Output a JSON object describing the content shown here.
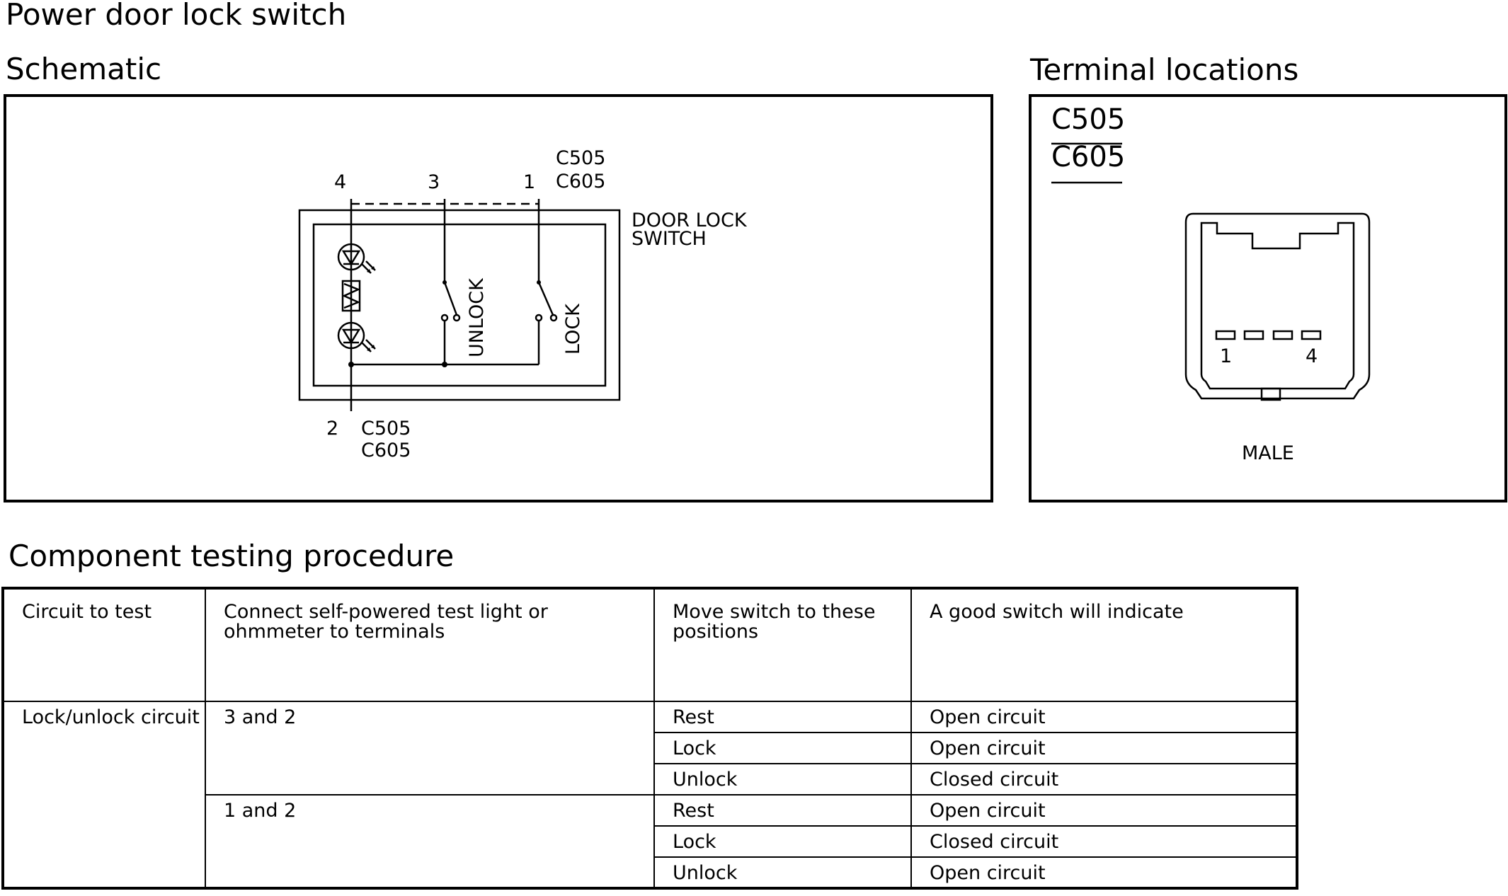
{
  "title": "Power door lock switch",
  "schematic": {
    "heading": "Schematic",
    "pin_4": "4",
    "pin_3": "3",
    "pin_1": "1",
    "pin_2": "2",
    "connector_top_a": "C505",
    "connector_top_b": "C605",
    "connector_bottom_a": "C505",
    "connector_bottom_b": "C605",
    "component_label_line1": "DOOR LOCK",
    "component_label_line2": "SWITCH",
    "unlock_label": "UNLOCK",
    "lock_label": "LOCK"
  },
  "terminal": {
    "heading": "Terminal locations",
    "connector_a": "C505",
    "connector_b": "C605",
    "pin_first": "1",
    "pin_last": "4",
    "gender": "MALE"
  },
  "testing": {
    "heading": "Component testing procedure",
    "headers": [
      "Circuit to test",
      "Connect self-powered test light or ohmmeter to terminals",
      "Move switch to these positions",
      "A good switch will indicate"
    ],
    "circuit": "Lock/unlock circuit",
    "groups": [
      {
        "terminals": "3 and 2",
        "rows": [
          {
            "position": "Rest",
            "result": "Open circuit"
          },
          {
            "position": "Lock",
            "result": "Open circuit"
          },
          {
            "position": "Unlock",
            "result": "Closed circuit"
          }
        ]
      },
      {
        "terminals": "1 and 2",
        "rows": [
          {
            "position": "Rest",
            "result": "Open circuit"
          },
          {
            "position": "Lock",
            "result": "Closed circuit"
          },
          {
            "position": "Unlock",
            "result": "Open circuit"
          }
        ]
      }
    ]
  }
}
